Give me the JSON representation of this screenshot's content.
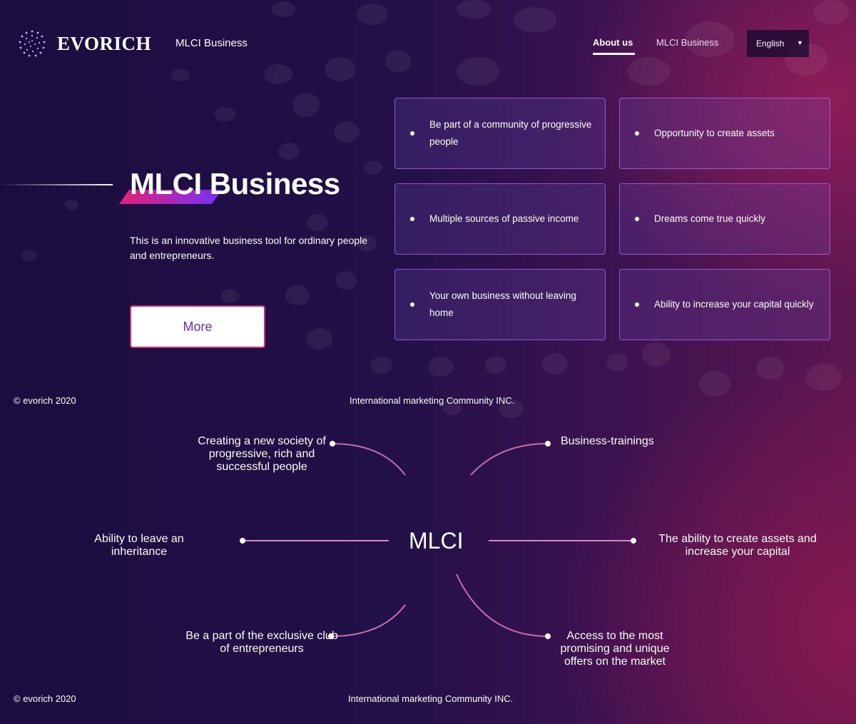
{
  "header": {
    "logo_text": "EVORICH",
    "brand_sub": "MLCI Business",
    "nav": {
      "about": "About us",
      "mlci": "MLCI Business"
    },
    "language": "English"
  },
  "hero": {
    "title": "MLCI Business",
    "description": "This is an innovative business tool for ordinary people and entrepreneurs.",
    "button": "More"
  },
  "features": [
    "Be part of a community of progressive people",
    "Opportunity to create assets",
    "Multiple sources of passive income",
    "Dreams come true quickly",
    "Your own business without leaving home",
    "Ability to increase your capital quickly"
  ],
  "footer1": {
    "copyright": "© evorich 2020",
    "company": "International marketing Community INC."
  },
  "diagram": {
    "center": "MLCI",
    "labels": {
      "top_left": "Creating a new society of progressive, rich and successful people",
      "top_right": "Business-trainings",
      "left": "Ability to leave an inheritance",
      "right": "The ability to create assets and increase your capital",
      "bottom_left": "Be a part of the exclusive club of entrepreneurs",
      "bottom_right": "Access to the most promising and unique offers on the market"
    }
  },
  "footer2": {
    "copyright": "© evorich 2020",
    "company": "International marketing Community INC."
  },
  "colors": {
    "background": "#1b0d3f",
    "accent_pink": "#e0227a",
    "accent_purple": "#7a2ff0",
    "button_text": "#6b2bbf"
  }
}
